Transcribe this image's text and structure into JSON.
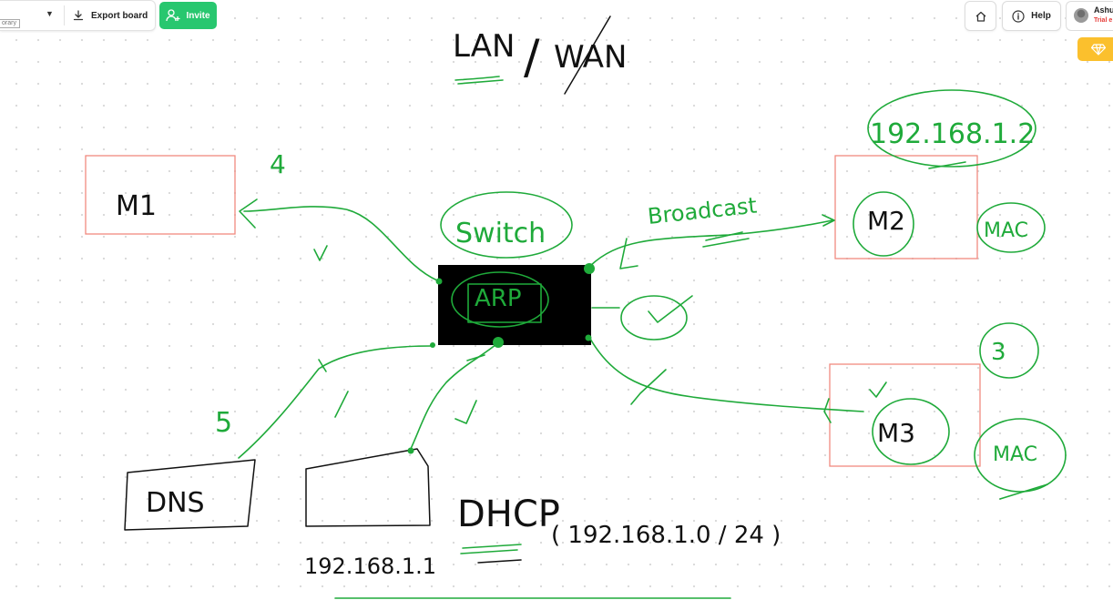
{
  "toolbar": {
    "library_tag": "orary",
    "export_label": "Export board",
    "invite_label": "Invite"
  },
  "top_right": {
    "help_label": "Help",
    "user_name": "Ashu",
    "trial_text": "Trial e"
  },
  "board": {
    "title_left": "LAN",
    "title_sep": "/",
    "title_right": "WAN",
    "switch_label": "Switch",
    "arp_label": "ARP",
    "broadcast_label": "Broadcast",
    "m1_label": "M1",
    "m2_label": "M2",
    "m3_label": "M3",
    "m2_ip": "192.168.1.2",
    "mac_label_top": "MAC",
    "mac_label_bottom": "MAC",
    "dns_label": "DNS",
    "dhcp_label": "DHCP",
    "dhcp_range": "( 192.168.1.0 / 24 )",
    "router_ip": "192.168.1.1",
    "step_4": "4",
    "step_5": "5",
    "step_3": "3"
  },
  "colors": {
    "ink_green": "#1faa3a",
    "invite_green": "#28c76f",
    "frame_red": "#f08a80",
    "upgrade_yellow": "#fbc02d",
    "trial_red": "#e53935"
  }
}
